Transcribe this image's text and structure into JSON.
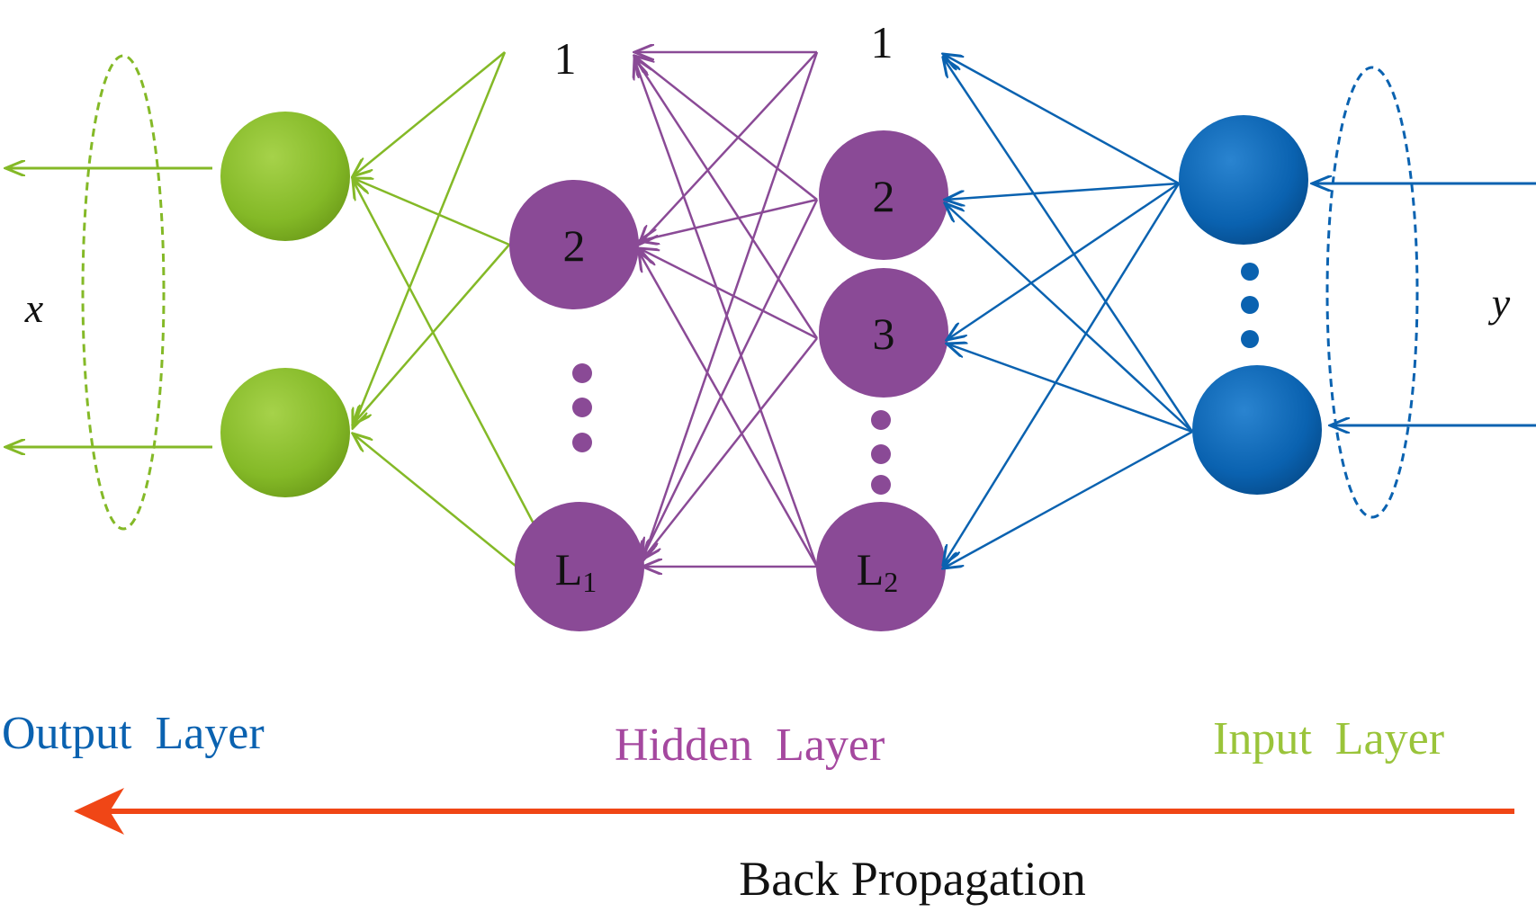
{
  "colors": {
    "output": "#84b927",
    "hidden": "#8a4a96",
    "input": "#0a62b0",
    "arrow": "#f04616",
    "text": "#111111"
  },
  "hidden_layer_1": {
    "bias_label": "1",
    "node_2_label": "2",
    "node_last_base": "L",
    "node_last_sub": "1"
  },
  "hidden_layer_2": {
    "bias_label": "1",
    "node_2_label": "2",
    "node_3_label": "3",
    "node_last_base": "L",
    "node_last_sub": "2"
  },
  "variables": {
    "x": "x",
    "y": "y"
  },
  "layers": {
    "output_label": "Output  Layer",
    "hidden_label": "Hidden  Layer",
    "input_label": "Input  Layer"
  },
  "caption": "Back Propagation",
  "icons": {
    "direction_arrow": "arrow-left-icon"
  }
}
